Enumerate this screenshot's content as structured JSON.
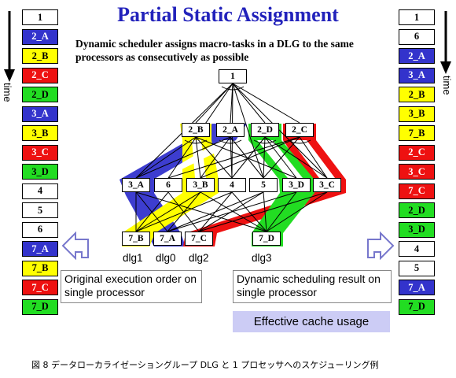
{
  "title": "Partial Static Assignment",
  "subtitle": "Dynamic scheduler assigns macro-tasks in a DLG to the same processors as consecutively as possible",
  "colors": {
    "blue": "#3333cc",
    "yellow": "#ffff00",
    "red": "#ee1111",
    "green": "#22dd22",
    "white": "#ffffff",
    "title": "#2222bb"
  },
  "left_column": [
    {
      "label": "1",
      "color": "white"
    },
    {
      "label": "2_A",
      "color": "blue"
    },
    {
      "label": "2_B",
      "color": "yellow"
    },
    {
      "label": "2_C",
      "color": "red"
    },
    {
      "label": "2_D",
      "color": "green"
    },
    {
      "label": "3_A",
      "color": "blue"
    },
    {
      "label": "3_B",
      "color": "yellow"
    },
    {
      "label": "3_C",
      "color": "red"
    },
    {
      "label": "3_D",
      "color": "green"
    },
    {
      "label": "4",
      "color": "white"
    },
    {
      "label": "5",
      "color": "white"
    },
    {
      "label": "6",
      "color": "white"
    },
    {
      "label": "7_A",
      "color": "blue"
    },
    {
      "label": "7_B",
      "color": "yellow"
    },
    {
      "label": "7_C",
      "color": "red"
    },
    {
      "label": "7_D",
      "color": "green"
    }
  ],
  "right_column": [
    {
      "label": "1",
      "color": "white"
    },
    {
      "label": "6",
      "color": "white"
    },
    {
      "label": "2_A",
      "color": "blue"
    },
    {
      "label": "3_A",
      "color": "blue"
    },
    {
      "label": "2_B",
      "color": "yellow"
    },
    {
      "label": "3_B",
      "color": "yellow"
    },
    {
      "label": "7_B",
      "color": "yellow"
    },
    {
      "label": "2_C",
      "color": "red"
    },
    {
      "label": "3_C",
      "color": "red"
    },
    {
      "label": "7_C",
      "color": "red"
    },
    {
      "label": "2_D",
      "color": "green"
    },
    {
      "label": "3_D",
      "color": "green"
    },
    {
      "label": "4",
      "color": "white"
    },
    {
      "label": "5",
      "color": "white"
    },
    {
      "label": "7_A",
      "color": "blue"
    },
    {
      "label": "7_D",
      "color": "green"
    }
  ],
  "time_label": "time",
  "graph": {
    "top_node": "1",
    "level2": [
      {
        "label": "2_B",
        "color": "yellow"
      },
      {
        "label": "2_A",
        "color": "blue"
      },
      {
        "label": "2_D",
        "color": "green"
      },
      {
        "label": "2_C",
        "color": "red"
      }
    ],
    "level3": [
      {
        "label": "3_A",
        "color": "blue"
      },
      {
        "label": "6",
        "color": "white"
      },
      {
        "label": "3_B",
        "color": "yellow"
      },
      {
        "label": "4",
        "color": "white"
      },
      {
        "label": "5",
        "color": "white"
      },
      {
        "label": "3_D",
        "color": "green"
      },
      {
        "label": "3_C",
        "color": "red"
      }
    ],
    "level4": [
      {
        "label": "7_B",
        "color": "yellow"
      },
      {
        "label": "7_A",
        "color": "blue"
      },
      {
        "label": "7_C",
        "color": "red"
      },
      {
        "label": "7_D",
        "color": "green"
      }
    ],
    "dlg_labels": [
      "dlg1",
      "dlg0",
      "dlg2",
      "dlg3"
    ]
  },
  "caption_left": "Original execution order on single processor",
  "caption_right": "Dynamic scheduling result on single processor",
  "cache_note": "Effective cache usage",
  "figure_caption": "図 8  データローカライゼーショングループ DLG と 1 プロセッサへのスケジューリング例"
}
